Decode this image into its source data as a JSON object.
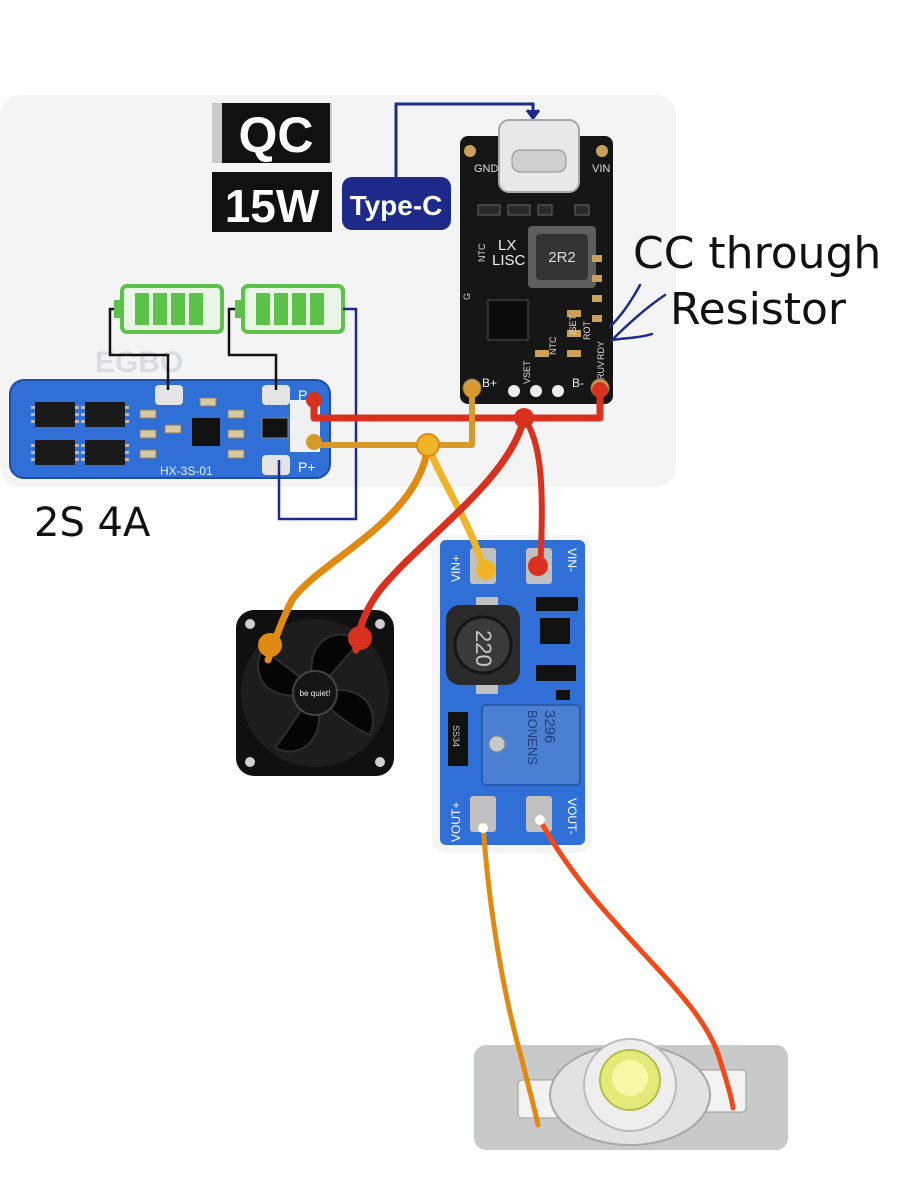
{
  "badges": {
    "qc": "QC",
    "power": "15W",
    "port": "Type-C"
  },
  "charger_board": {
    "pin_gnd": "GND",
    "pin_vin": "VIN",
    "text_lx": "LX",
    "text_lisc": "LISC",
    "inductor": "2R2",
    "pin_b_plus": "B+",
    "pin_b_minus": "B-",
    "side_labels": [
      "NTC",
      "G",
      "ISET",
      "NTC",
      "ROT",
      "RDY",
      "RUV",
      "VSET"
    ]
  },
  "bms_board": {
    "model": "HX-3S-01",
    "pin_p_minus": "P-",
    "pin_p_plus": "P+",
    "watermark": "EGBO"
  },
  "booster_board": {
    "vin_plus": "VIN+",
    "vin_minus": "VIN-",
    "vout_plus": "VOUT+",
    "vout_minus": "VOUT-",
    "inductor": "220",
    "pot_brand": "BONENS",
    "pot_model": "3296",
    "diode": "SS34"
  },
  "fan": {
    "brand": "be quiet!"
  },
  "annotations": {
    "cc_line1": "CC through",
    "cc_line2": "Resistor",
    "battery_spec": "2S 4A"
  },
  "colors": {
    "wire_red": "#d8321f",
    "wire_orange": "#e08a12",
    "wire_yellow": "#f0b428",
    "wire_blue": "#1d2a8a",
    "battery_green": "#5cc24a",
    "pcb_blue": "#2f6fd6",
    "pcb_black": "#161616"
  }
}
